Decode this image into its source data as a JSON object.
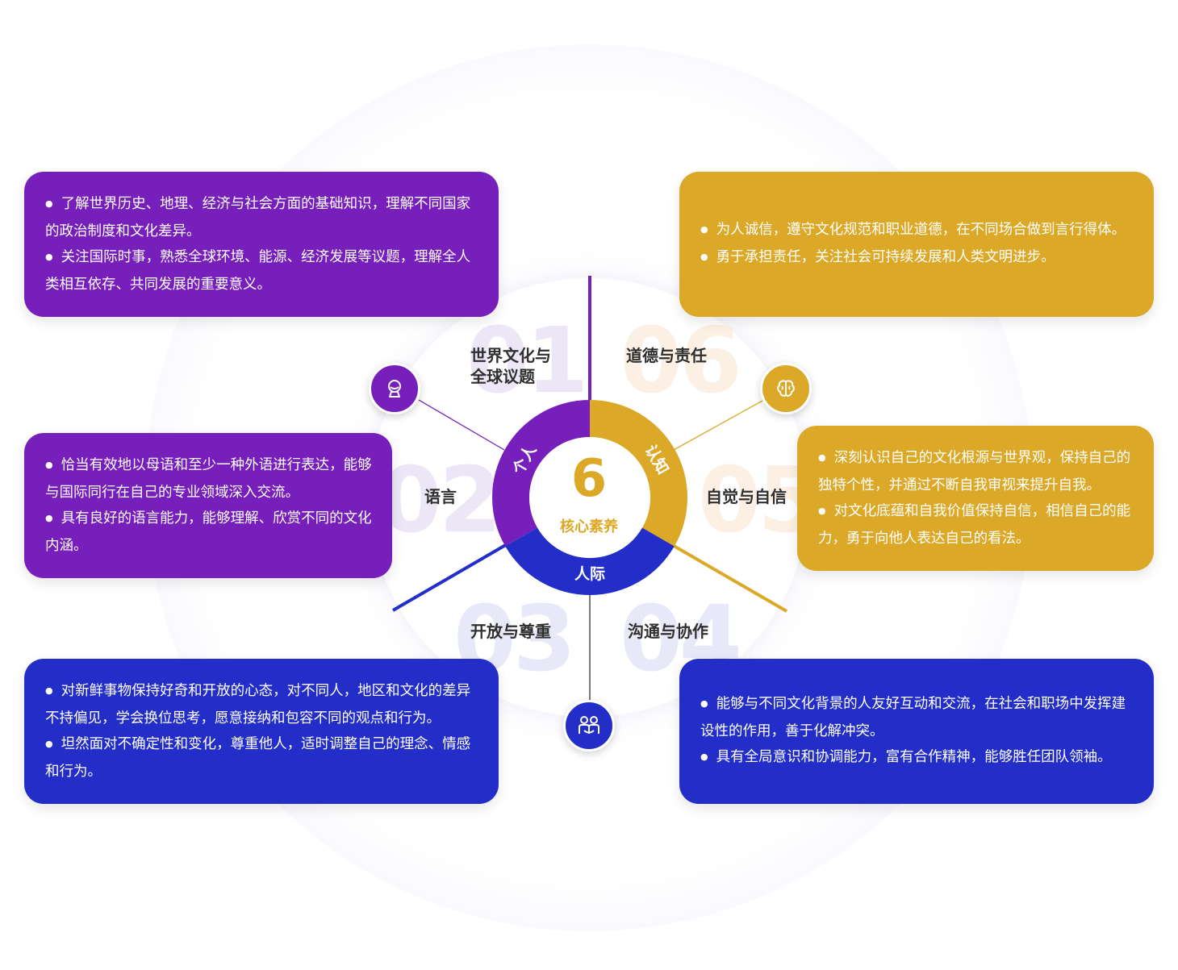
{
  "center": {
    "number": "6",
    "label": "核心素养"
  },
  "segments": {
    "personal": "个人",
    "cognition": "认知",
    "interpersonal": "人际"
  },
  "colors": {
    "purple": "#761fbb",
    "gold": "#dca827",
    "blue": "#232ec9"
  },
  "items": [
    {
      "num": "01",
      "title_line1": "世界文化与",
      "title_line2": "全球议题",
      "bullets": [
        "了解世界历史、地理、经济与社会方面的基础知识，理解不同国家的政治制度和文化差异。",
        "关注国际时事，熟悉全球环境、能源、经济发展等议题，理解全人类相互依存、共同发展的重要意义。"
      ]
    },
    {
      "num": "02",
      "title": "语言",
      "bullets": [
        "恰当有效地以母语和至少一种外语进行表达，能够与国际同行在自己的专业领域深入交流。",
        "具有良好的语言能力，能够理解、欣赏不同的文化内涵。"
      ]
    },
    {
      "num": "03",
      "title": "开放与尊重",
      "bullets": [
        "对新鲜事物保持好奇和开放的心态，对不同人，地区和文化的差异不持偏见，学会换位思考，愿意接纳和包容不同的观点和行为。",
        "坦然面对不确定性和变化，尊重他人，适时调整自己的理念、情感和行为。"
      ]
    },
    {
      "num": "04",
      "title": "沟通与协作",
      "bullets": [
        "能够与不同文化背景的人友好互动和交流，在社会和职场中发挥建设性的作用，善于化解冲突。",
        "具有全局意识和协调能力，富有合作精神，能够胜任团队领袖。"
      ]
    },
    {
      "num": "05",
      "title": "自觉与自信",
      "bullets": [
        "深刻认识自己的文化根源与世界观，保持自己的独特个性，并通过不断自我审视来提升自我。",
        "对文化底蕴和自我价值保持自信，相信自己的能力，勇于向他人表达自己的看法。"
      ]
    },
    {
      "num": "06",
      "title": "道德与责任",
      "bullets": [
        "为人诚信，遵守文化规范和职业道德，在不同场合做到言行得体。",
        "勇于承担责任，关注社会可持续发展和人类文明进步。"
      ]
    }
  ],
  "icons": {
    "personal": "person-bust-icon",
    "cognition": "brain-icon",
    "interpersonal": "people-group-icon"
  }
}
